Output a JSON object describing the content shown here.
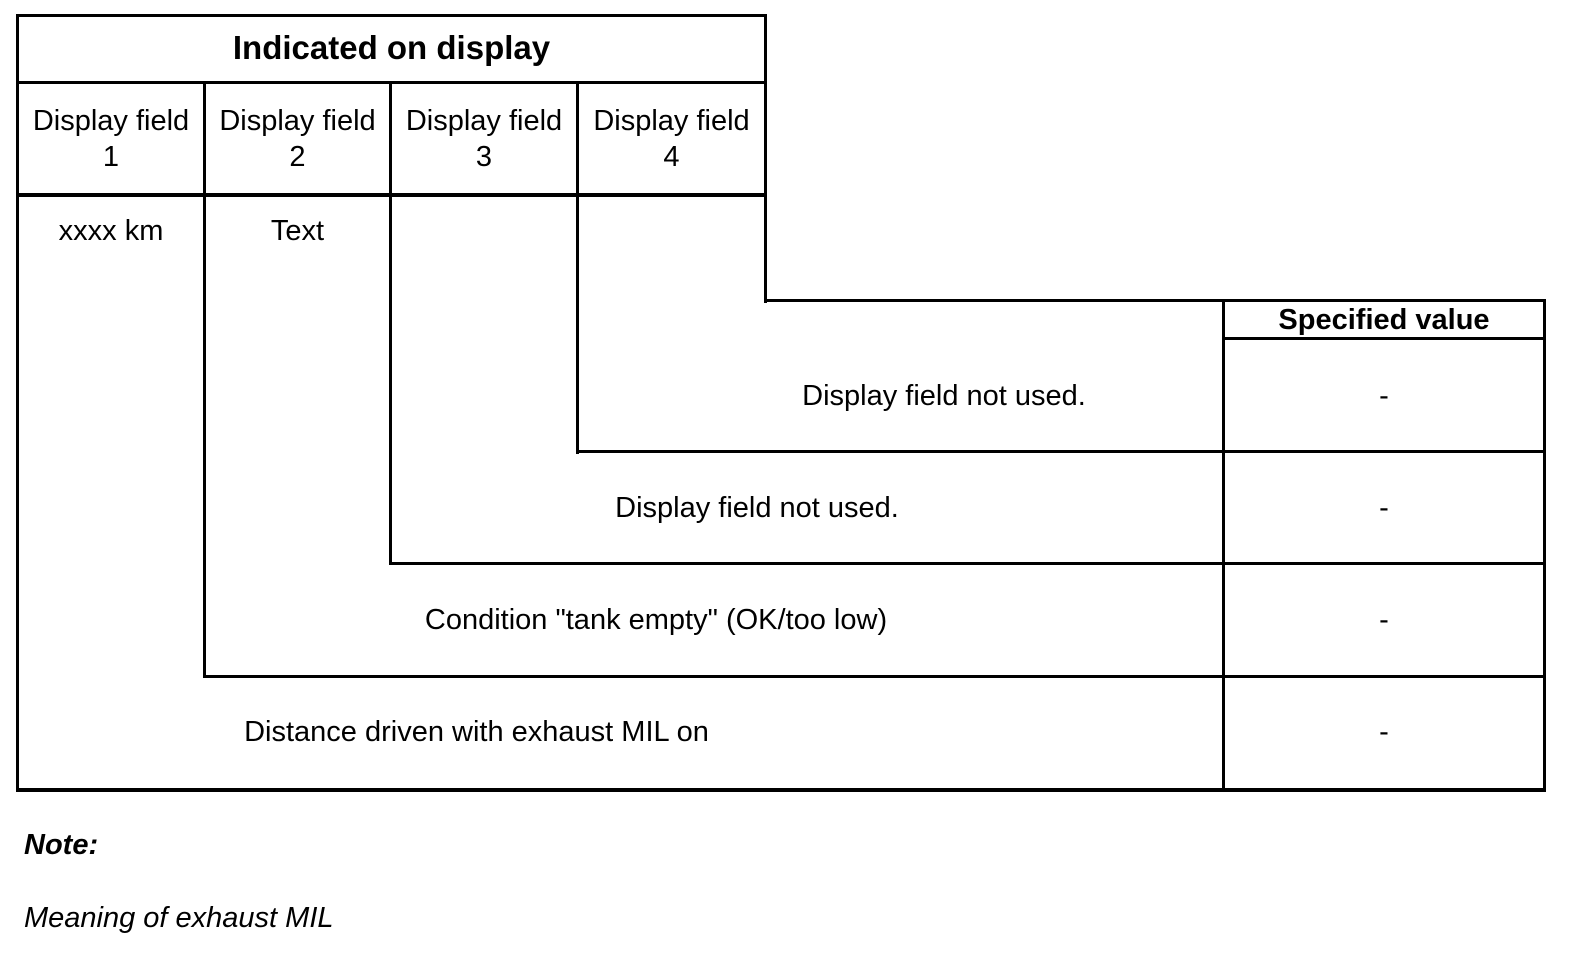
{
  "header": {
    "title": "Indicated on display",
    "fields": [
      {
        "name": "Display field",
        "number": "1"
      },
      {
        "name": "Display field",
        "number": "2"
      },
      {
        "name": "Display field",
        "number": "3"
      },
      {
        "name": "Display field",
        "number": "4"
      }
    ]
  },
  "values": {
    "field1": "xxxx km",
    "field2": "Text"
  },
  "specified_header": "Specified value",
  "rows": [
    {
      "description": "Display field not used.",
      "specified": "-"
    },
    {
      "description": "Display field not used.",
      "specified": "-"
    },
    {
      "description": "Condition \"tank empty\" (OK/too low)",
      "specified": "-"
    },
    {
      "description": "Distance driven with exhaust MIL on",
      "specified": "-"
    }
  ],
  "note": {
    "title": "Note:",
    "text": "Meaning of exhaust MIL"
  }
}
